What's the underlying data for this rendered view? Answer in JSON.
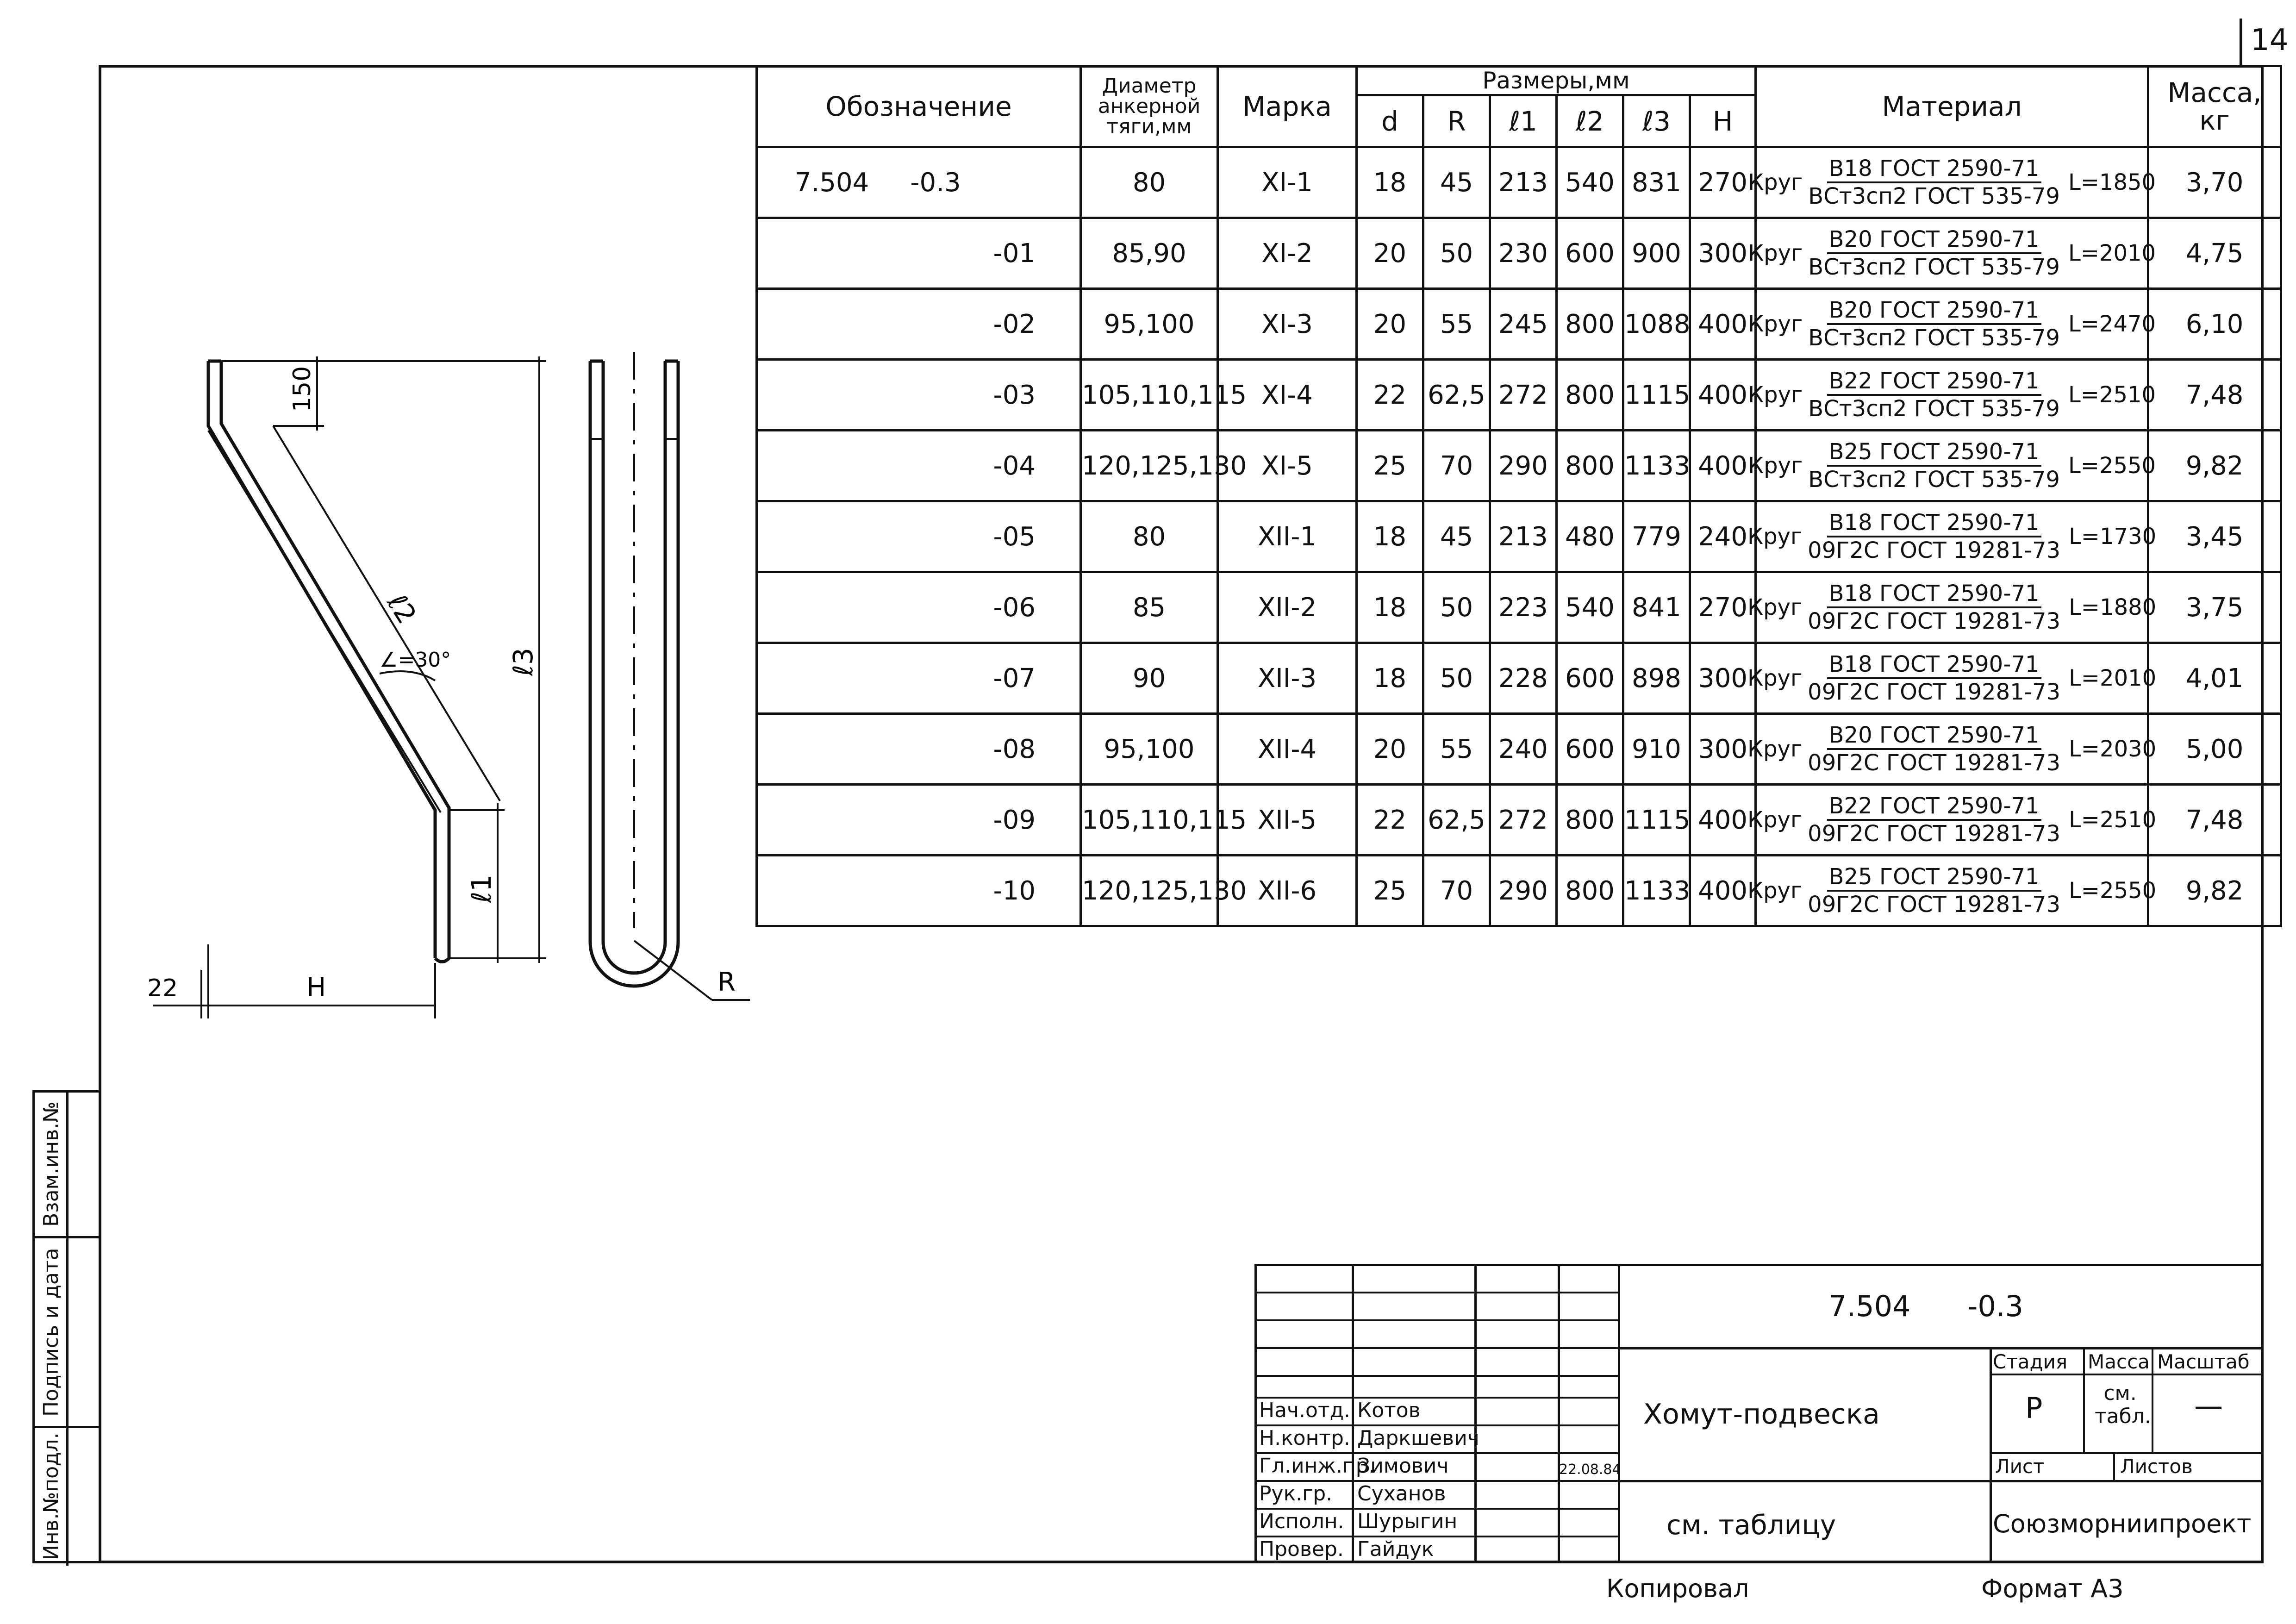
{
  "sheet_number": "14",
  "table": {
    "headers": {
      "designation": "Обозначение",
      "diameter": "Диаметр анкерной тяги,мм",
      "mark": "Марка",
      "sizes": "Размеры,мм",
      "d": "d",
      "R": "R",
      "l1": "ℓ1",
      "l2": "ℓ2",
      "l3": "ℓ3",
      "H": "H",
      "material": "Материал",
      "mass": "Масса, кг"
    },
    "rows": [
      {
        "designation": "7.504     -0.3",
        "diameter": "80",
        "mark": "XI-1",
        "d": "18",
        "R": "45",
        "l1": "213",
        "l2": "540",
        "l3": "831",
        "H": "270",
        "mat_num": "B18 ГОСТ 2590-71",
        "mat_den": "ВСт3сп2 ГОСТ 535-79",
        "L": "L=1850",
        "mass": "3,70"
      },
      {
        "designation": "-01",
        "diameter": "85,90",
        "mark": "XI-2",
        "d": "20",
        "R": "50",
        "l1": "230",
        "l2": "600",
        "l3": "900",
        "H": "300",
        "mat_num": "B20 ГОСТ 2590-71",
        "mat_den": "ВСт3сп2 ГОСТ 535-79",
        "L": "L=2010",
        "mass": "4,75"
      },
      {
        "designation": "-02",
        "diameter": "95,100",
        "mark": "XI-3",
        "d": "20",
        "R": "55",
        "l1": "245",
        "l2": "800",
        "l3": "1088",
        "H": "400",
        "mat_num": "B20 ГОСТ 2590-71",
        "mat_den": "ВСт3сп2 ГОСТ 535-79",
        "L": "L=2470",
        "mass": "6,10"
      },
      {
        "designation": "-03",
        "diameter": "105,110,115",
        "mark": "XI-4",
        "d": "22",
        "R": "62,5",
        "l1": "272",
        "l2": "800",
        "l3": "1115",
        "H": "400",
        "mat_num": "B22 ГОСТ 2590-71",
        "mat_den": "ВСт3сп2 ГОСТ 535-79",
        "L": "L=2510",
        "mass": "7,48"
      },
      {
        "designation": "-04",
        "diameter": "120,125,130",
        "mark": "XI-5",
        "d": "25",
        "R": "70",
        "l1": "290",
        "l2": "800",
        "l3": "1133",
        "H": "400",
        "mat_num": "B25 ГОСТ 2590-71",
        "mat_den": "ВСт3сп2 ГОСТ 535-79",
        "L": "L=2550",
        "mass": "9,82"
      },
      {
        "designation": "-05",
        "diameter": "80",
        "mark": "XII-1",
        "d": "18",
        "R": "45",
        "l1": "213",
        "l2": "480",
        "l3": "779",
        "H": "240",
        "mat_num": "B18 ГОСТ 2590-71",
        "mat_den": "09Г2С ГОСТ 19281-73",
        "L": "L=1730",
        "mass": "3,45"
      },
      {
        "designation": "-06",
        "diameter": "85",
        "mark": "XII-2",
        "d": "18",
        "R": "50",
        "l1": "223",
        "l2": "540",
        "l3": "841",
        "H": "270",
        "mat_num": "B18 ГОСТ 2590-71",
        "mat_den": "09Г2С ГОСТ 19281-73",
        "L": "L=1880",
        "mass": "3,75"
      },
      {
        "designation": "-07",
        "diameter": "90",
        "mark": "XII-3",
        "d": "18",
        "R": "50",
        "l1": "228",
        "l2": "600",
        "l3": "898",
        "H": "300",
        "mat_num": "B18 ГОСТ 2590-71",
        "mat_den": "09Г2С ГОСТ 19281-73",
        "L": "L=2010",
        "mass": "4,01"
      },
      {
        "designation": "-08",
        "diameter": "95,100",
        "mark": "XII-4",
        "d": "20",
        "R": "55",
        "l1": "240",
        "l2": "600",
        "l3": "910",
        "H": "300",
        "mat_num": "B20 ГОСТ 2590-71",
        "mat_den": "09Г2С ГОСТ 19281-73",
        "L": "L=2030",
        "mass": "5,00"
      },
      {
        "designation": "-09",
        "diameter": "105,110,115",
        "mark": "XII-5",
        "d": "22",
        "R": "62,5",
        "l1": "272",
        "l2": "800",
        "l3": "1115",
        "H": "400",
        "mat_num": "B22 ГОСТ 2590-71",
        "mat_den": "09Г2С ГОСТ 19281-73",
        "L": "L=2510",
        "mass": "7,48"
      },
      {
        "designation": "-10",
        "diameter": "120,125,130",
        "mark": "XII-6",
        "d": "25",
        "R": "70",
        "l1": "290",
        "l2": "800",
        "l3": "1133",
        "H": "400",
        "mat_num": "B25 ГОСТ 2590-71",
        "mat_den": "09Г2С ГОСТ 19281-73",
        "L": "L=2550",
        "mass": "9,82"
      }
    ]
  },
  "drawing": {
    "dim_150": "150",
    "dim_l2": "ℓ2",
    "dim_l3": "ℓ3",
    "dim_l1": "ℓ1",
    "angle": "∠=30°",
    "dim_22": "22",
    "dim_H": "H",
    "dim_R": "R"
  },
  "side_stamp": {
    "inv_podl": "Инв.№подл.",
    "podpis_data": "Подпись и дата",
    "vzam_inv": "Взам.инв.№"
  },
  "title_block": {
    "doc_number": "7.504",
    "doc_suffix": "-0.3",
    "title": "Хомут-подвеска",
    "material_ref": "см. таблицу",
    "stage_label": "Стадия",
    "mass_label": "Масса",
    "scale_label": "Масштаб",
    "stage_value": "Р",
    "mass_value": "см. табл.",
    "scale_value": "—",
    "sheet_label": "Лист",
    "sheets_label": "Листов",
    "organization": "Союзморниипроект",
    "date": "22.08.84",
    "signatures": [
      {
        "role": "Нач.отд.",
        "name": "Котов"
      },
      {
        "role": "Н.контр.",
        "name": "Даркшевич"
      },
      {
        "role": "Гл.инж.пр.",
        "name": "Зимович"
      },
      {
        "role": "Рук.гр.",
        "name": "Суханов"
      },
      {
        "role": "Исполн.",
        "name": "Шурыгин"
      },
      {
        "role": "Провер.",
        "name": "Гайдук"
      }
    ]
  },
  "footer": {
    "copied": "Копировал",
    "format": "Формат А3"
  }
}
